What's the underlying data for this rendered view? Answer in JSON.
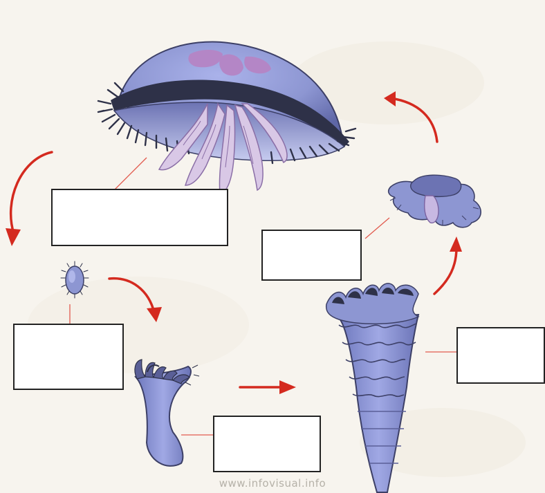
{
  "diagram": {
    "stages": [
      {
        "id": "adult-medusa",
        "label": ""
      },
      {
        "id": "planula",
        "label": ""
      },
      {
        "id": "polyp",
        "label": ""
      },
      {
        "id": "strobila",
        "label": ""
      },
      {
        "id": "ephyra",
        "label": ""
      }
    ],
    "watermark": "www.infovisual.info",
    "colors": {
      "body": "#8d96d2",
      "body_dark": "#5a5f97",
      "fringe": "#2e3148",
      "gonads": "#b486c6",
      "oral_arms": "#d9c8e6",
      "arrow": "#d42a1f",
      "leader": "#e25a4e",
      "box_border": "#222222",
      "background": "#f7f4ee"
    }
  }
}
